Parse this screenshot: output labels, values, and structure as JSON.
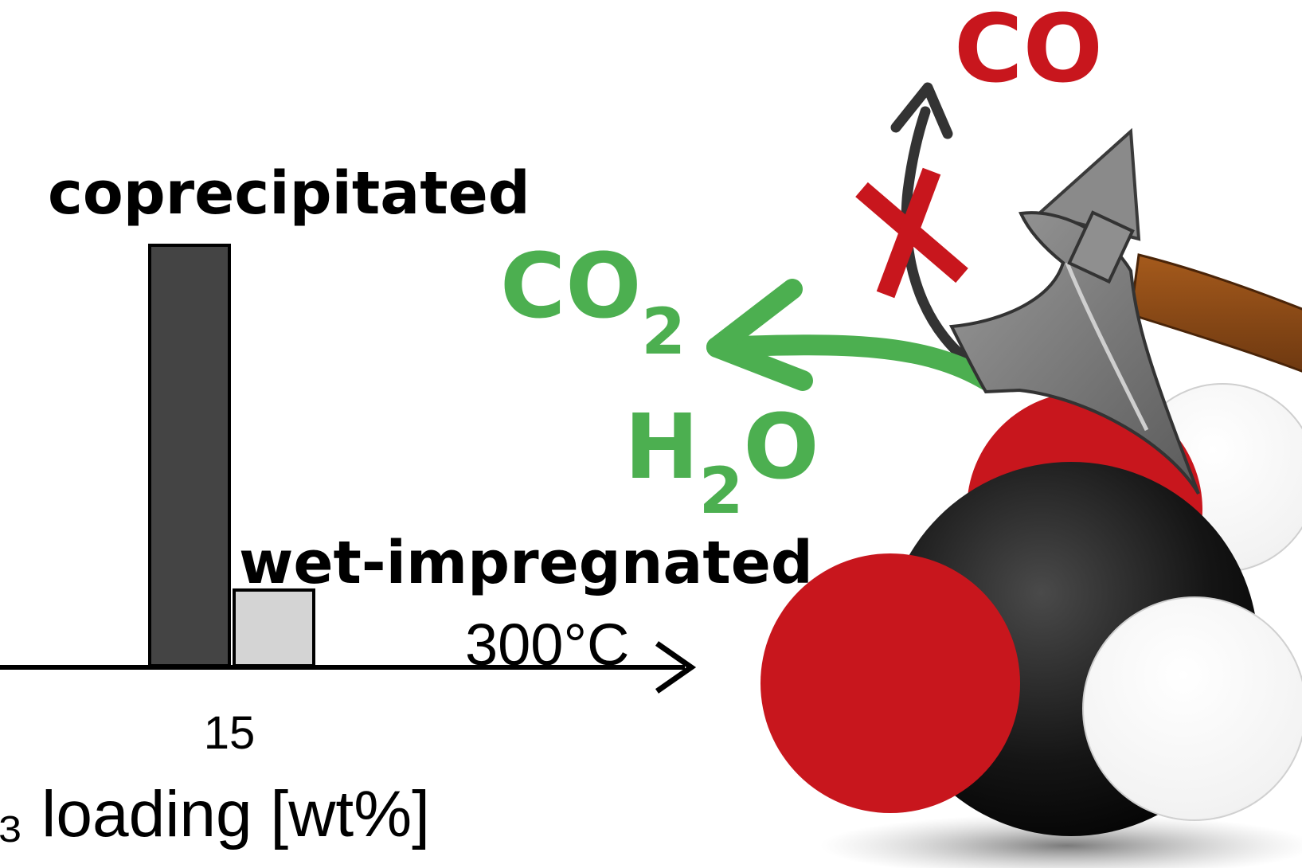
{
  "chart_data": {
    "type": "bar",
    "categories": [
      "15"
    ],
    "series": [
      {
        "name": "coprecipitated",
        "values": [
          100
        ],
        "color": "#444444"
      },
      {
        "name": "wet-impregnated",
        "values": [
          18
        ],
        "color": "#d4d4d4"
      }
    ],
    "ylim": [
      0,
      120
    ],
    "xtick_labels": [
      "15"
    ],
    "xlabel_visible": "₃ loading [wt%]",
    "axis_annotation": "300°C",
    "grid": false
  },
  "labels": {
    "coprecipitated": "coprecipitated",
    "wet_impregnated": "wet-impregnated",
    "temperature": "300°C",
    "tick_15": "15",
    "xlabel": "₃ loading [wt%]"
  },
  "reaction": {
    "co": "CO",
    "co2_main": "CO",
    "co2_sub": "2",
    "h2o_h": "H",
    "h2o_sub": "2",
    "h2o_o": "O",
    "cross_mark": "X"
  },
  "colors": {
    "red": "#c8161d",
    "green": "#4caf50",
    "dark_bar": "#444444",
    "light_bar": "#d4d4d4",
    "axis": "#000000",
    "arrow_gray": "#333333"
  },
  "icons": {
    "axe": "axe-icon",
    "molecule": "formic-acid-molecule"
  }
}
